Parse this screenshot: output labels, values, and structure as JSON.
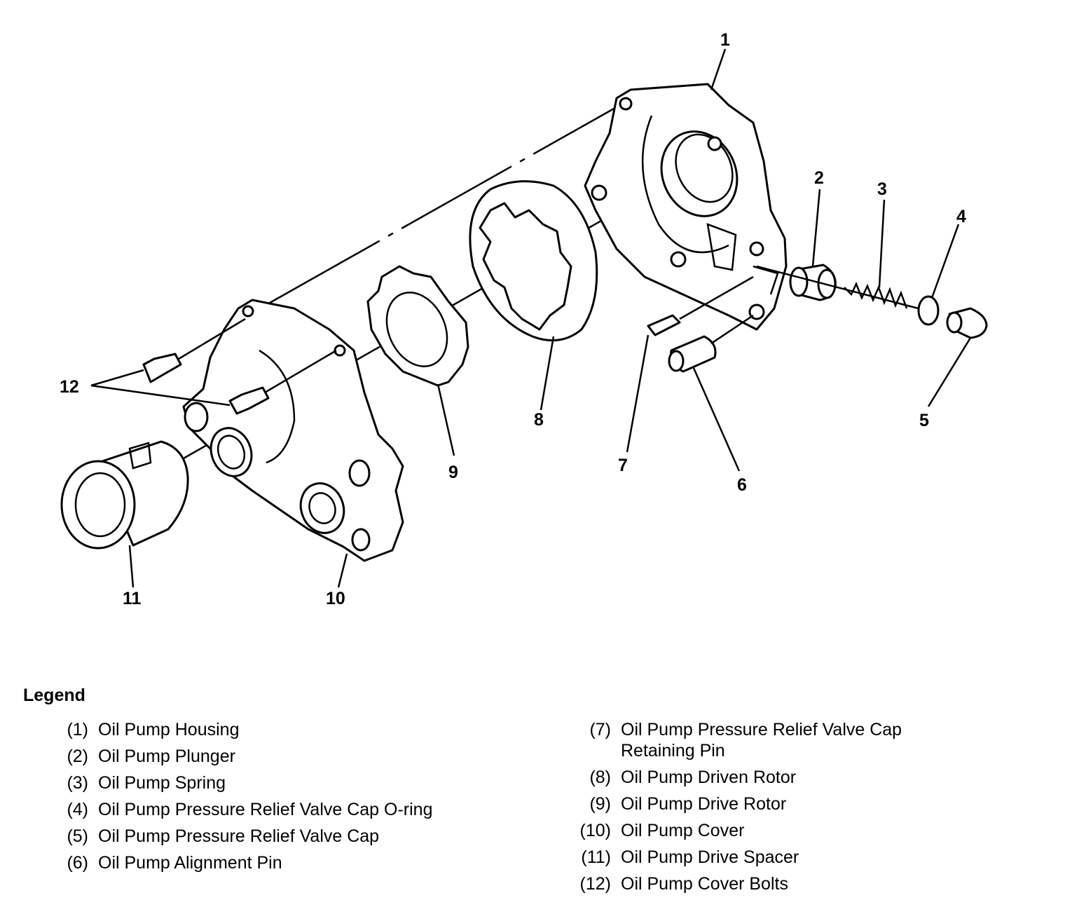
{
  "callouts": [
    "1",
    "2",
    "3",
    "4",
    "5",
    "6",
    "7",
    "8",
    "9",
    "10",
    "11",
    "12"
  ],
  "legend": {
    "title": "Legend",
    "left": [
      {
        "num": "(1)",
        "name": "Oil Pump Housing"
      },
      {
        "num": "(2)",
        "name": "Oil Pump Plunger"
      },
      {
        "num": "(3)",
        "name": "Oil Pump Spring"
      },
      {
        "num": "(4)",
        "name": "Oil Pump Pressure Relief Valve Cap O-ring"
      },
      {
        "num": "(5)",
        "name": "Oil Pump Pressure Relief Valve Cap"
      },
      {
        "num": "(6)",
        "name": "Oil Pump Alignment Pin"
      }
    ],
    "right": [
      {
        "num": "(7)",
        "name": "Oil Pump Pressure Relief Valve Cap Retaining Pin"
      },
      {
        "num": "(8)",
        "name": "Oil Pump Driven Rotor"
      },
      {
        "num": "(9)",
        "name": "Oil Pump Drive Rotor"
      },
      {
        "num": "(10)",
        "name": "Oil Pump Cover"
      },
      {
        "num": "(11)",
        "name": "Oil Pump Drive Spacer"
      },
      {
        "num": "(12)",
        "name": "Oil Pump Cover Bolts"
      }
    ]
  }
}
